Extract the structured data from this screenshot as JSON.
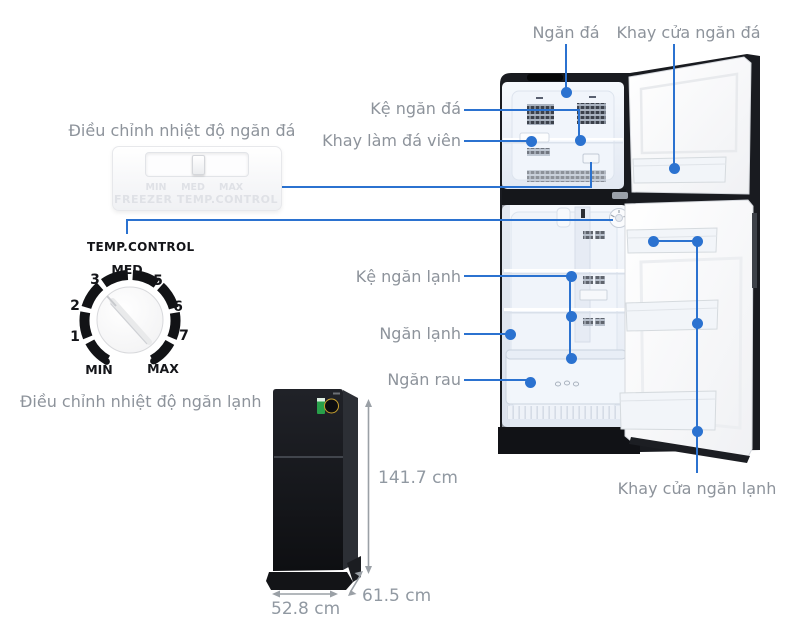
{
  "annotations": {
    "freezer": {
      "ngan_da": "Ngăn đá",
      "khay_cua_ngan_da": "Khay cửa ngăn đá",
      "ke_ngan_da": "Kệ ngăn đá",
      "khay_lam_da_vien": "Khay làm đá viên",
      "temp_control_label": "Điều chỉnh nhiệt độ ngăn đá"
    },
    "fridge": {
      "ke_ngan_lanh": "Kệ ngăn lạnh",
      "ngan_lanh": "Ngăn lạnh",
      "ngan_rau": "Ngăn rau",
      "temp_control_label": "Điều chỉnh nhiệt độ ngăn lạnh",
      "khay_cua_ngan_lanh": "Khay cửa ngăn lạnh"
    }
  },
  "freezer_slider": {
    "min": "MIN",
    "med": "MED",
    "max": "MAX",
    "caption": "FREEZER TEMP.CONTROL"
  },
  "dial": {
    "title": "TEMP.CONTROL",
    "med": "MED",
    "min": "MIN",
    "max": "MAX",
    "n1": "1",
    "n2": "2",
    "n3": "3",
    "n5": "5",
    "n6": "6",
    "n7": "7"
  },
  "dimensions": {
    "height": "141.7 cm",
    "depth": "61.5 cm",
    "width": "52.8 cm"
  },
  "colors": {
    "accent_blue": "#2b72d0",
    "label_gray": "#8d939b",
    "fridge_dark": "#17181c",
    "dial_black": "#121316"
  }
}
